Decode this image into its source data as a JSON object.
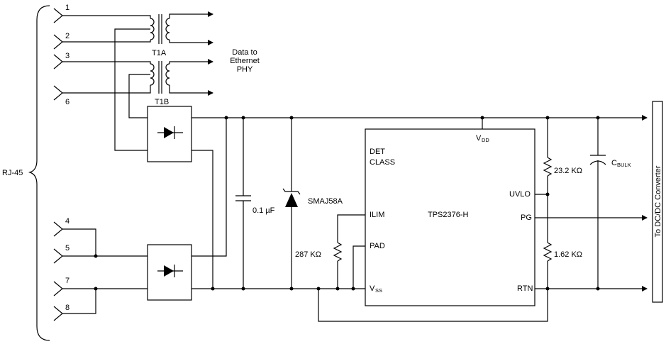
{
  "connector": {
    "label": "RJ-45",
    "pins": [
      "1",
      "2",
      "3",
      "6",
      "4",
      "5",
      "7",
      "8"
    ]
  },
  "transformers": {
    "t1a": "T1A",
    "t1b": "T1B"
  },
  "phy_note": [
    "Data to",
    "Ethernet",
    "PHY"
  ],
  "components": {
    "cap_small": "0.1 µF",
    "tvs": "SMAJ58A",
    "r_ilim": "287 KΩ",
    "r_top": "23.2 KΩ",
    "r_bottom": "1.62 KΩ",
    "cbulk": "C",
    "cbulk_sub": "BULK"
  },
  "ic": {
    "name": "TPS2376-H",
    "vdd": "V",
    "vdd_sub": "DD",
    "det": "DET",
    "class": "CLASS",
    "ilim": "ILIM",
    "pad": "PAD",
    "vss": "V",
    "vss_sub": "SS",
    "uvlo": "UVLO",
    "pg": "PG",
    "rtn": "RTN"
  },
  "converter": "To DC/DC Converter"
}
